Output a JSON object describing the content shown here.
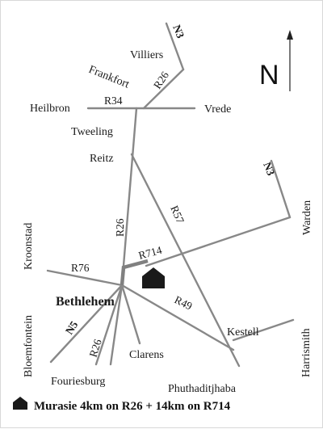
{
  "map": {
    "north_letter": "N",
    "towns": {
      "villiers": "Villiers",
      "frankfort": "Frankfort",
      "heilbron": "Heilbron",
      "vrede": "Vrede",
      "tweeling": "Tweeling",
      "reitz": "Reitz",
      "warden": "Warden",
      "kroonstad": "Kroonstad",
      "bethlehem": "Bethlehem",
      "bloemfontein": "Bloemfontein",
      "kestell": "Kestell",
      "harrismith": "Harrismith",
      "clarens": "Clarens",
      "fouriesburg": "Fouriesburg",
      "phuthaditjhaba": "Phuthaditjhaba"
    },
    "roads": {
      "n3_top": "N3",
      "n3_right": "N3",
      "r26_top": "R26",
      "r34": "R34",
      "r26_mid": "R26",
      "r57": "R57",
      "r714": "R714",
      "r76": "R76",
      "r49": "R49",
      "n5": "N5",
      "r26_bottom": "R26"
    },
    "legend": "Murasie 4km on R26 + 14km on R714",
    "colors": {
      "road": "#888888",
      "route": "#808080",
      "marker": "#1a1a1a"
    },
    "icons": {
      "north_arrow": "north-arrow-icon",
      "farm": "house-icon"
    }
  }
}
